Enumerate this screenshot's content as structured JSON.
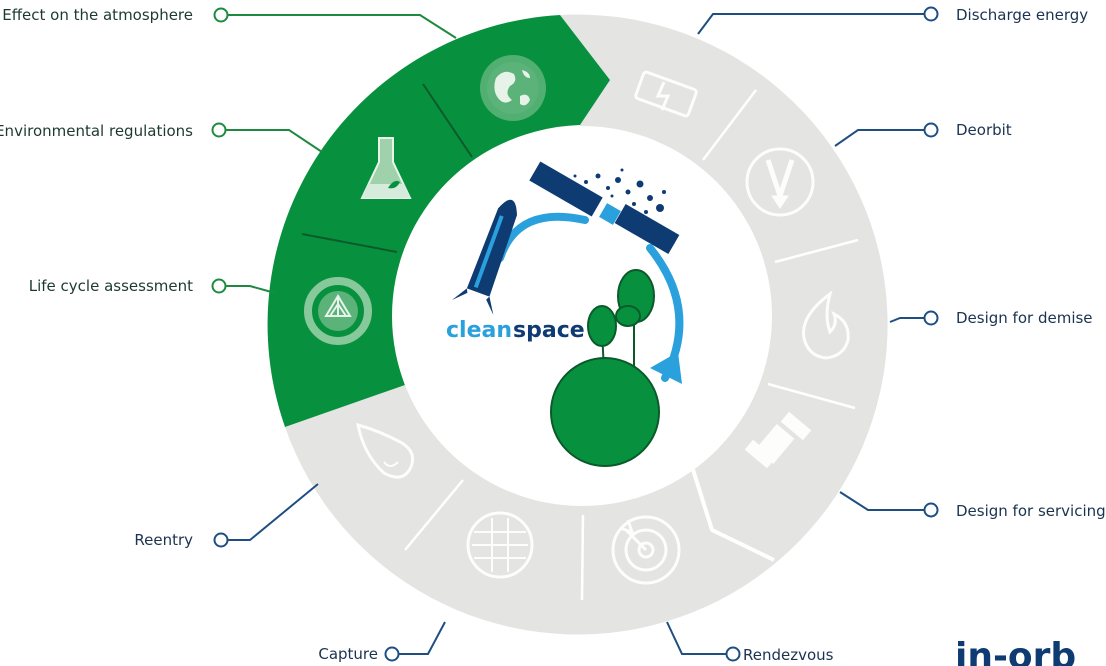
{
  "brand": {
    "word1": "clean",
    "word2": "space"
  },
  "corner_text": "in-orb",
  "colors": {
    "green": "#07913f",
    "grey": "#e4e4e2",
    "navy": "#0f3b73",
    "light_blue": "#2aa1dc",
    "green_connector": "#1e8a3f",
    "blue_connector": "#1f4f82"
  },
  "green_segments": [
    {
      "label": "Effect on the atmosphere",
      "icon": "globe-icon"
    },
    {
      "label": "Environmental regulations",
      "icon": "flask-icon"
    },
    {
      "label": "Life cycle assessment",
      "icon": "recycle-cycle-icon"
    }
  ],
  "grey_segments": [
    {
      "label": "Discharge energy",
      "icon": "battery-icon"
    },
    {
      "label": "Deorbit",
      "icon": "deorbit-arrow-icon"
    },
    {
      "label": "Design for demise",
      "icon": "flame-icon"
    },
    {
      "label": "Design for servicing",
      "icon": "satellite-icon"
    },
    {
      "label": "Rendezvous",
      "icon": "target-icon"
    },
    {
      "label": "Capture",
      "icon": "net-icon"
    },
    {
      "label": "Reentry",
      "icon": "reentry-icon"
    }
  ]
}
